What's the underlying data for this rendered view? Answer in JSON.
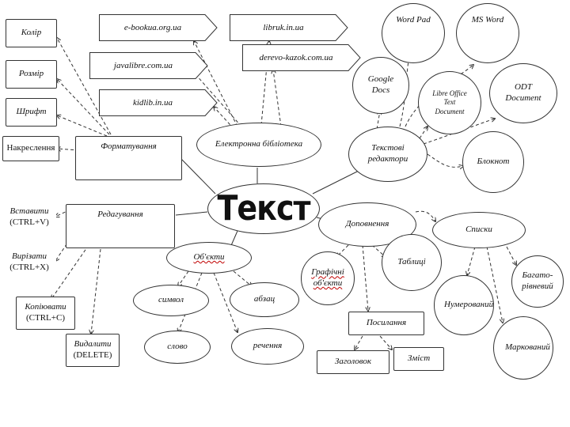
{
  "center": {
    "label": "Текст"
  },
  "library": {
    "label": "Електронна бібліотека",
    "sites": [
      "e-bookua.org.ua",
      "javalibre.com.ua",
      "kidlib.in.ua",
      "libruk.in.ua",
      "derevo-kazok.com.ua"
    ]
  },
  "formatting": {
    "label": "Форматування",
    "items": [
      "Колір",
      "Розмір",
      "Шрифт",
      "Накреслення"
    ]
  },
  "editing": {
    "label": "Редагування",
    "items": [
      {
        "label": "Вставити",
        "shortcut": "(CTRL+V)"
      },
      {
        "label": "Вирізати",
        "shortcut": "(CTRL+X)"
      },
      {
        "label": "Копіювати",
        "shortcut": "(CTRL+C)"
      },
      {
        "label": "Видалити",
        "shortcut": "(DELETE)"
      }
    ]
  },
  "objects": {
    "label": "Об'єкти",
    "items": [
      "символ",
      "абзац",
      "слово",
      "речення"
    ]
  },
  "editors": {
    "label": "Текстові редактори",
    "items": [
      "Google Docs",
      "Word Pad",
      "MS Word",
      "Libre Office Text Document",
      "ODT Document",
      "Блокнот"
    ]
  },
  "additions": {
    "label": "Доповнення",
    "items": [
      "Графічні об'єкти",
      "Таблиці"
    ],
    "links": {
      "label": "Посилання",
      "items": [
        "Заголовок",
        "Зміст"
      ]
    }
  },
  "lists": {
    "label": "Списки",
    "items": [
      "Багато-рівневий",
      "Нумерований",
      "Маркований"
    ]
  }
}
